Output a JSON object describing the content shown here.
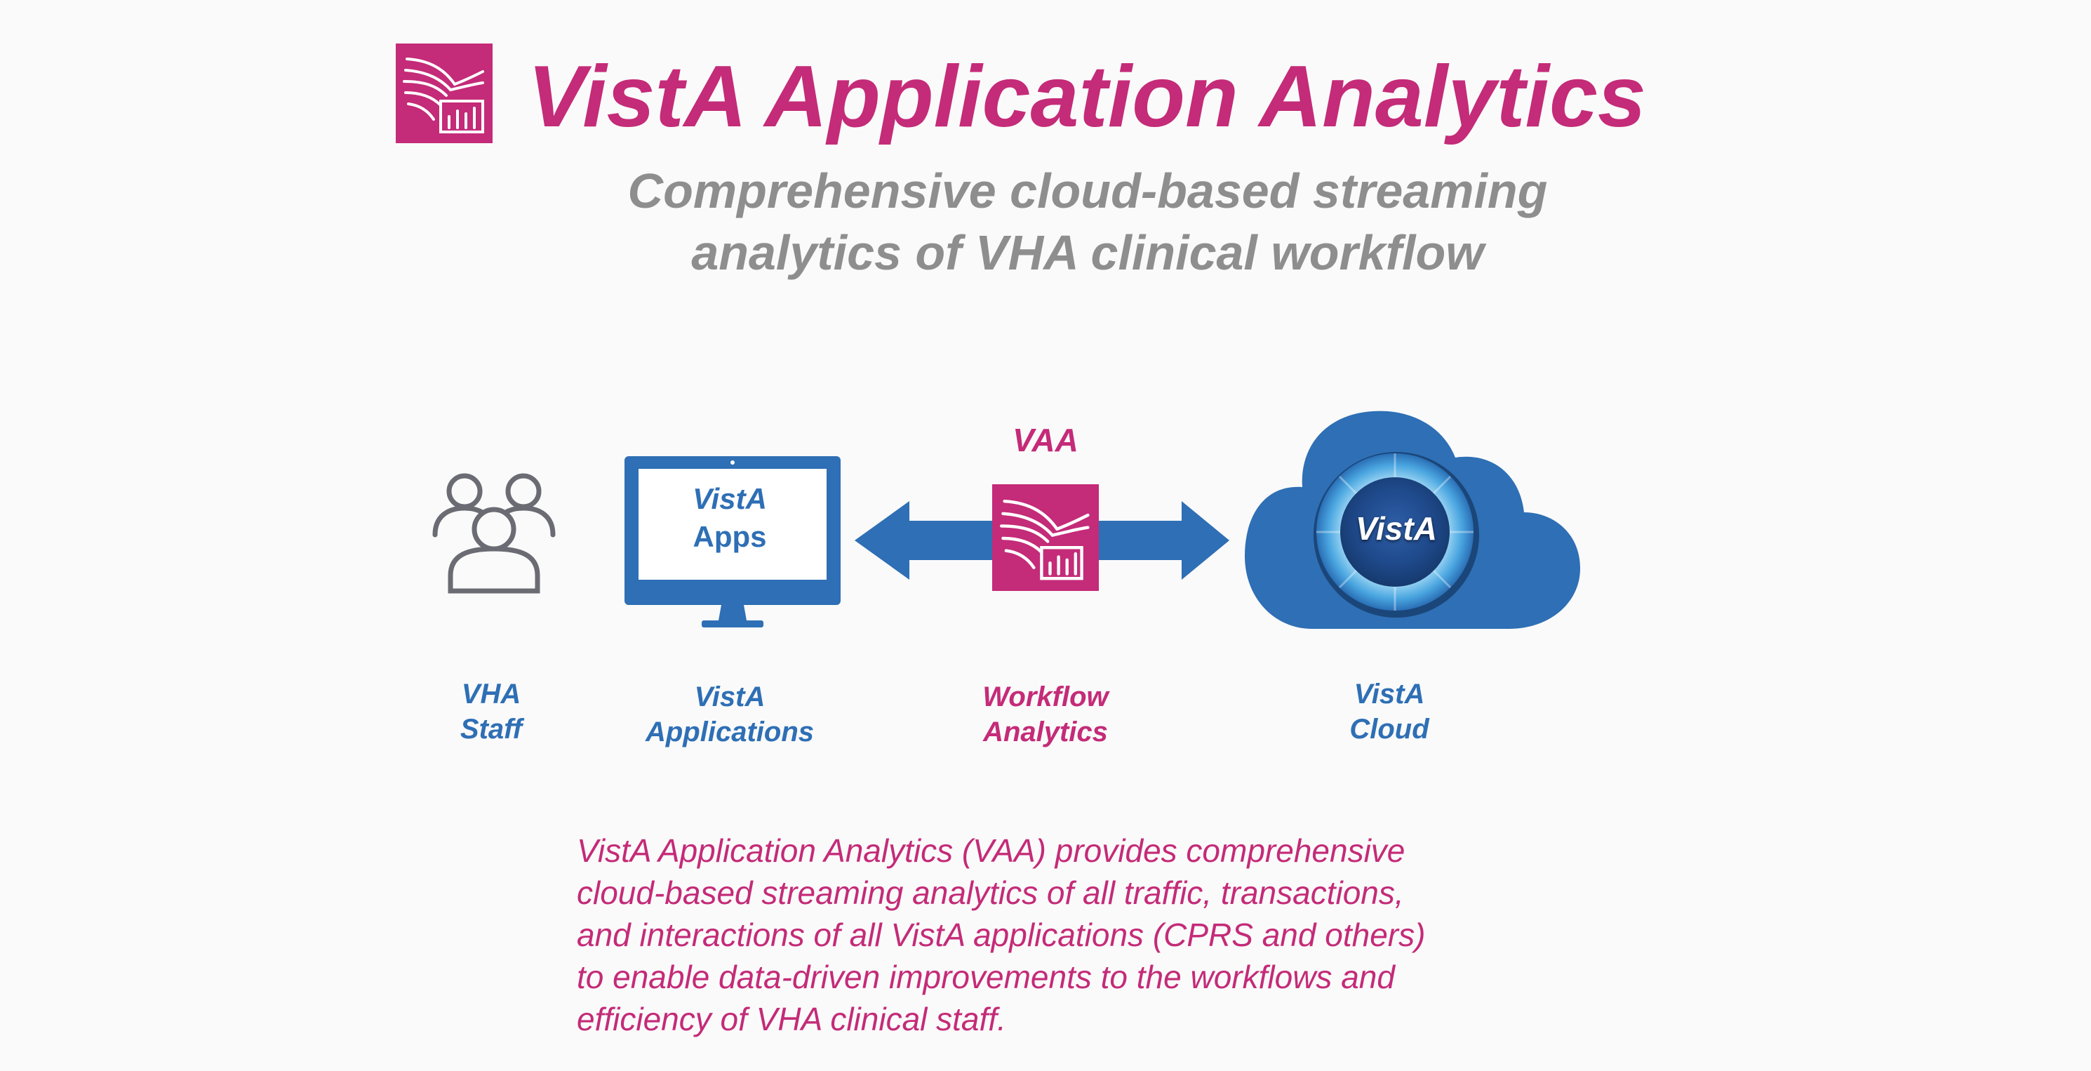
{
  "header": {
    "title": "VistA Application Analytics",
    "subtitle_lines": [
      "Comprehensive cloud-based streaming",
      "analytics of VHA clinical workflow"
    ]
  },
  "diagram": {
    "vaa_label": "VAA",
    "monitor_screen": {
      "line1": "VistA",
      "line2": "Apps"
    },
    "cloud_label": "VistA",
    "nodes": [
      {
        "name": "staff",
        "icon": "people-icon",
        "caption_lines": [
          "VHA",
          "Staff"
        ],
        "color": "#2e6fb5"
      },
      {
        "name": "applications",
        "icon": "monitor-icon",
        "caption_lines": [
          "VistA",
          "Applications"
        ],
        "color": "#2e6fb5"
      },
      {
        "name": "workflow-analytics",
        "icon": "analytics-logo-icon",
        "caption_lines": [
          "Workflow",
          "Analytics"
        ],
        "color": "#c42b78"
      },
      {
        "name": "cloud",
        "icon": "cloud-icon",
        "caption_lines": [
          "VistA",
          "Cloud"
        ],
        "color": "#2e6fb5"
      }
    ],
    "connector": "double-headed-arrow"
  },
  "description_lines": [
    "VistA Application Analytics (VAA) provides comprehensive",
    "cloud-based streaming analytics of all traffic, transactions,",
    "and interactions of all VistA applications (CPRS and others)",
    "to enable data-driven improvements to the workflows and",
    "efficiency of VHA clinical staff."
  ],
  "colors": {
    "brand_pink": "#c42b78",
    "brand_blue": "#2e6fb5",
    "subtitle_gray": "#8e8e8e",
    "icon_gray": "#6b6b73"
  }
}
